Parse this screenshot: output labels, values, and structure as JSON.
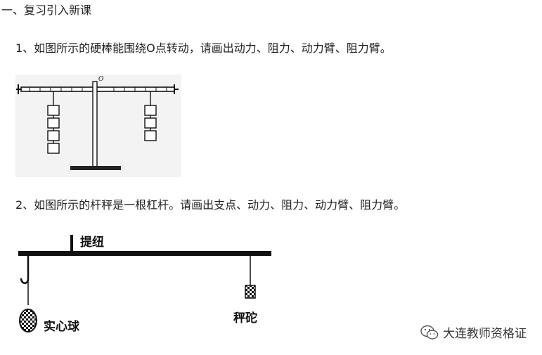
{
  "section": {
    "heading": "一、复习引入新课"
  },
  "questions": [
    {
      "text": "1、如图所示的硬棒能围绕O点转动，请画出动力、阻力、动力臂、阻力臂。",
      "figure": {
        "pivot_label": "O"
      }
    },
    {
      "text": "2、如图所示的杆秤是一根杠杆。请画出支点、动力、阻力、动力臂、阻力臂。",
      "figure": {
        "handle_label": "提纽",
        "ball_label": "实心球",
        "weight_label": "秤砣"
      }
    }
  ],
  "watermark": {
    "text": "大连教师资格证",
    "icon": "wechat-icon"
  }
}
